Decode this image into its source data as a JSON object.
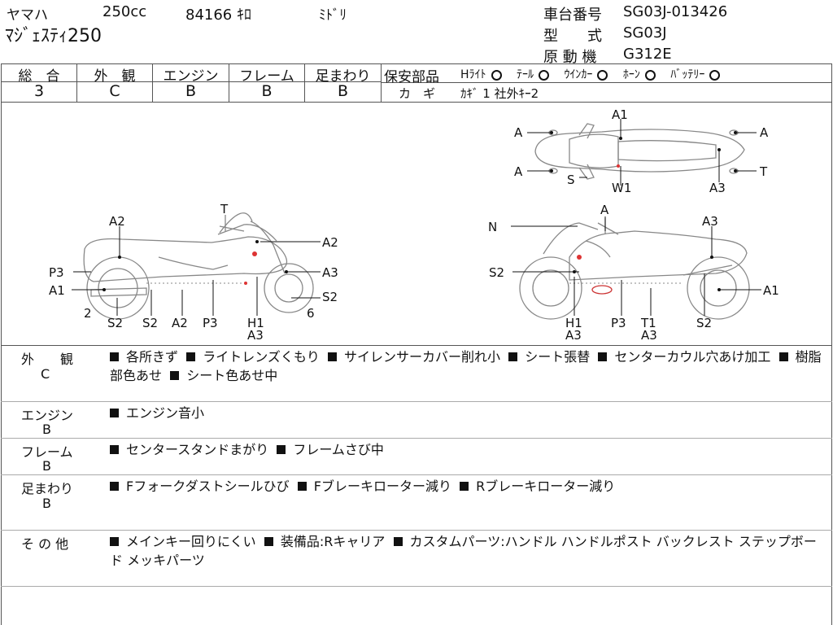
{
  "header": {
    "maker": "ヤマハ",
    "displacement": "250cc",
    "mileage": "84166 ｷﾛ",
    "color": "ﾐﾄﾞﾘ",
    "model_name": "ﾏｼﾞｪｽﾃｨ250",
    "chassis_label": "車台番号",
    "chassis_value": "SG03J-013426",
    "type_label": "型　　式",
    "type_value": "SG03J",
    "engine_label": "原 動 機",
    "engine_value": "G312E"
  },
  "grades": [
    {
      "label": "総　合",
      "value": "3"
    },
    {
      "label": "外　観",
      "value": "C"
    },
    {
      "label": "エンジン",
      "value": "B"
    },
    {
      "label": "フレーム",
      "value": "B"
    },
    {
      "label": "足まわり",
      "value": "B"
    }
  ],
  "safety": {
    "label": "保安部品",
    "items": [
      "Hﾗｲﾄ",
      "ﾃｰﾙ",
      "ｳｲﾝｶｰ",
      "ﾎｰﾝ",
      "ﾊﾞｯﾃﾘｰ"
    ],
    "key_label": "カ　ギ",
    "key_value": "ｶｷﾞ 1 社外ｷｰ2"
  },
  "diagram": {
    "top": {
      "A1": "A1",
      "A": "A",
      "S": "S",
      "W1": "W1",
      "T": "T",
      "A3": "A3"
    },
    "left": {
      "T": "T",
      "A2": "A2",
      "P3": "P3",
      "A1": "A1",
      "A3": "A3",
      "S2": "S2",
      "num2": "2",
      "num6": "6",
      "H1": "H1"
    },
    "right": {
      "N": "N",
      "A": "A",
      "A3": "A3",
      "S2": "S2",
      "A1": "A1",
      "H1": "H1",
      "P3": "P3",
      "T1": "T1"
    }
  },
  "details": [
    {
      "label": "外　　観",
      "grade": "C",
      "items": [
        "各所きず",
        "ライトレンズくもり",
        "サイレンサーカバー削れ小",
        "シート張替",
        "センターカウル穴あけ加工",
        "樹脂部色あせ",
        "シート色あせ中"
      ]
    },
    {
      "label": "エンジン",
      "grade": "B",
      "items": [
        "エンジン音小"
      ]
    },
    {
      "label": "フレーム",
      "grade": "B",
      "items": [
        "センタースタンドまがり",
        "フレームさび中"
      ]
    },
    {
      "label": "足まわり",
      "grade": "B",
      "items": [
        "Fフォークダストシールひび",
        "Fブレーキローター減り",
        "Rブレーキローター減り"
      ]
    },
    {
      "label": "そ の 他",
      "grade": "",
      "items": [
        "メインキー回りにくい",
        "装備品:Rキャリア",
        "カスタムパーツ:ハンドル ハンドルポスト バックレスト ステップボード メッキパーツ"
      ]
    }
  ]
}
